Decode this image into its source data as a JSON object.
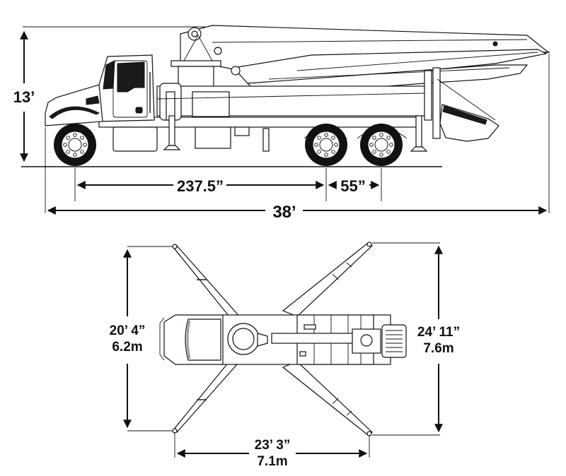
{
  "side_view": {
    "overall_height": "13’",
    "wheelbase": "237.5”",
    "tandem_spacing": "55”",
    "overall_length": "38’"
  },
  "top_view": {
    "front_outrigger_spread_imperial": "20’ 4”",
    "front_outrigger_spread_metric": "6.2m",
    "rear_outrigger_spread_imperial": "24’ 11”",
    "rear_outrigger_spread_metric": "7.6m",
    "outrigger_length_imperial": "23’ 3”",
    "outrigger_length_metric": "7.1m"
  },
  "colors": {
    "line": "#111111",
    "background": "#ffffff"
  }
}
